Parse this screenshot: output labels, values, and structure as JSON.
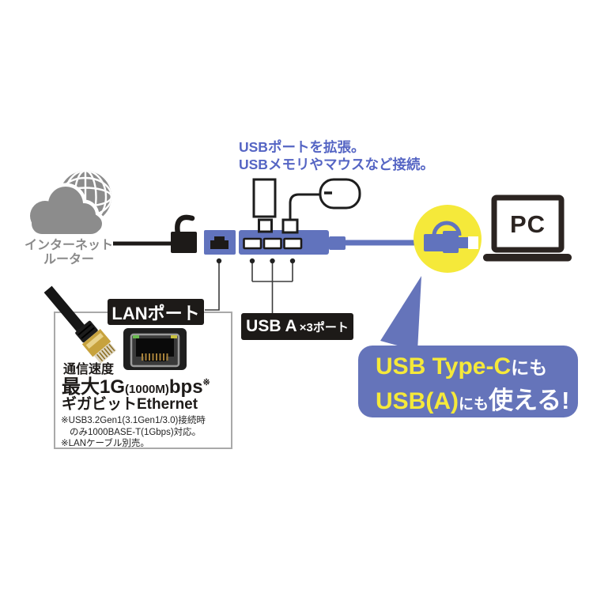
{
  "colors": {
    "device_blue": "#6173bd",
    "note_blue": "#5565c4",
    "bubble_blue": "#6574ba",
    "highlight_yellow": "#f5e93a",
    "icon_gray": "#8c8c8c",
    "dark": "#1d1a18"
  },
  "top_note": {
    "line1": "USBポートを拡張。",
    "line2": "USBメモリやマウスなど接続。"
  },
  "router": {
    "line1": "インターネット",
    "line2": "ルーター"
  },
  "pc_label": "PC",
  "lan_port_label": "LANポート",
  "usb_ports_label": {
    "main": "USB A",
    "sub": "×3ポート"
  },
  "bubble": {
    "l1_hl": "USB Type-C",
    "l1_rest": "にも",
    "l2_hl": "USB(A)",
    "l2_mid": "にも",
    "l2_rest": "使える!"
  },
  "lan_callout": {
    "speed_title": "通信速度",
    "speed_big1": "最大1G",
    "speed_small": "(1000M)",
    "speed_big2": "bps",
    "speed_mark": "※",
    "speed_line2": "ギガビットEthernet",
    "notes": [
      "※USB3.2Gen1(3.1Gen1/3.0)接続時",
      "のみ1000BASE-T(1Gbps)対応。",
      "※LANケーブル別売。"
    ]
  },
  "icons": {
    "internet_router": "globe-with-cloud",
    "usb_memory": "usb-stick-outline",
    "mouse": "mouse-outline",
    "lan_plug": "rj45-plug-solid",
    "usb_hub": "blue-hub-3-ports",
    "usb_connector": "type-c-and-a-swivel-plug",
    "pc": "laptop-outline",
    "lan_cable_photo": "lan-cable-gold-connector",
    "rj45_jack_photo": "rj45-socket"
  }
}
